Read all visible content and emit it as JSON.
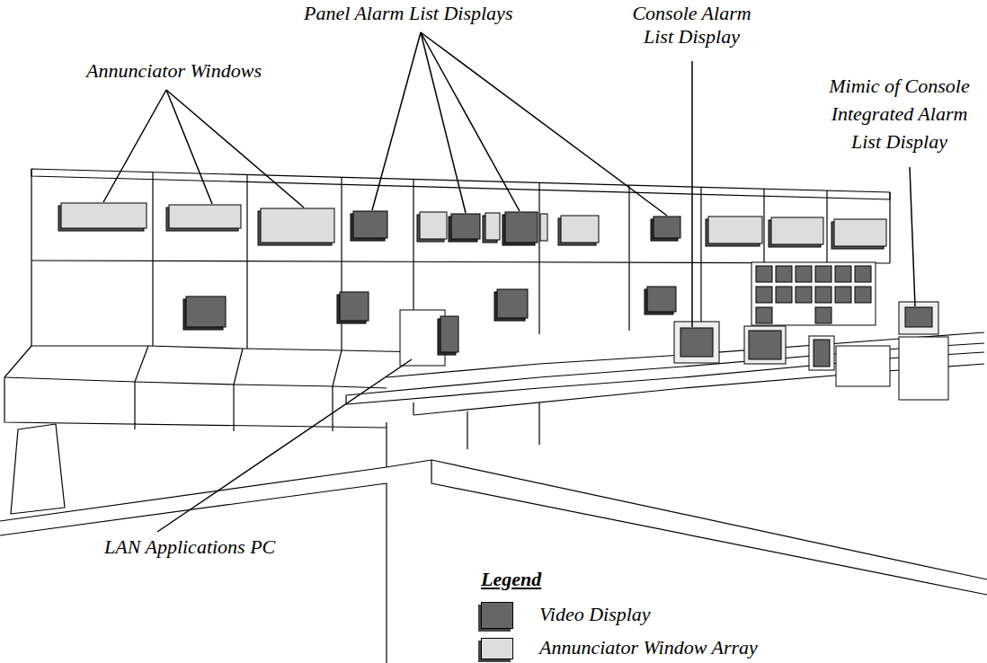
{
  "diagram": {
    "labels": [
      "Panel Alarm List Displays",
      "Console Alarm List Display",
      "Annunciator Windows",
      "Mimic of Console Integrated Alarm List Display",
      "LAN Applications PC",
      "Legend"
    ],
    "legend": [
      {
        "text": "Video Display",
        "color": "#666666"
      },
      {
        "text": "Annunciator Window Array",
        "color": "#dddddd"
      }
    ]
  }
}
